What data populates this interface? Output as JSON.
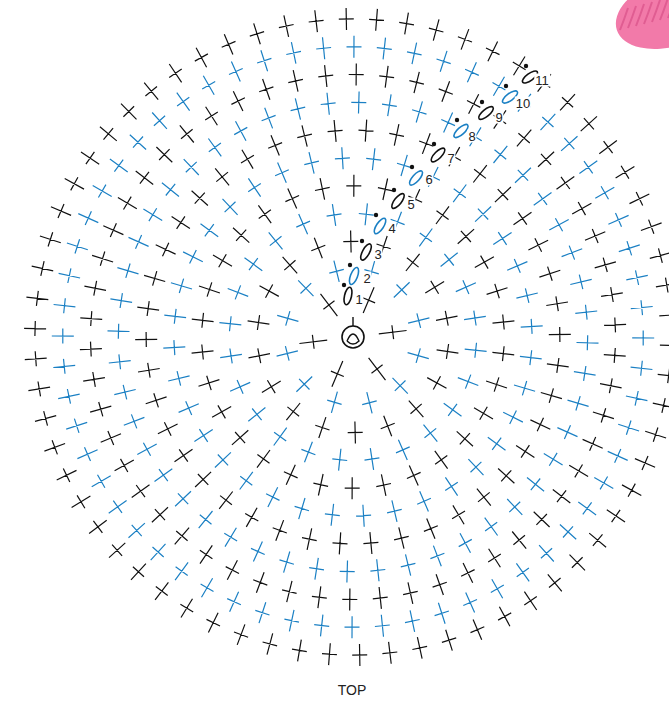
{
  "diagram": {
    "labels": [
      "1",
      "2",
      "3",
      "4",
      "5",
      "6",
      "7",
      "8",
      "9",
      "10",
      "11",
      "TOP"
    ]
  }
}
